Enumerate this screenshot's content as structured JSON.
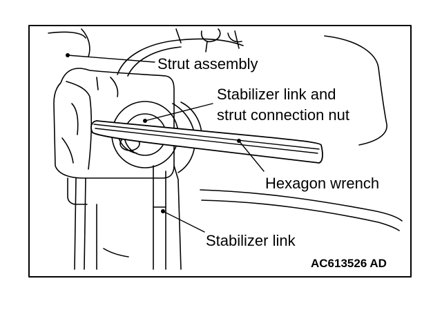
{
  "labels": {
    "strut_assembly": "Strut assembly",
    "connection_nut_line1": "Stabilizer link and",
    "connection_nut_line2": "strut connection nut",
    "hexagon_wrench": "Hexagon wrench",
    "stabilizer_link": "Stabilizer link"
  },
  "figure_code": "AC613526 AD",
  "colors": {
    "ink": "#000000",
    "paper": "#ffffff"
  }
}
